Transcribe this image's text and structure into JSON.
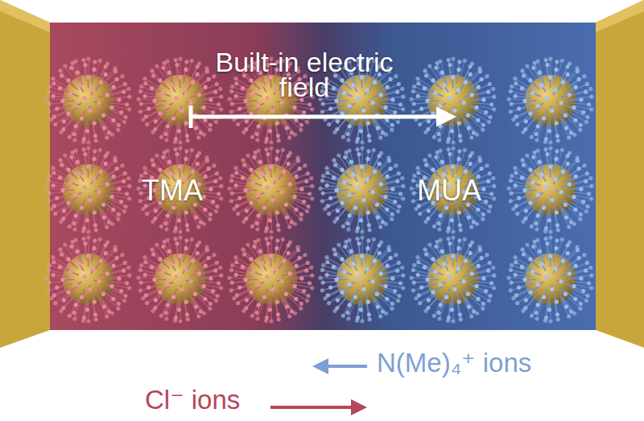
{
  "diagram": {
    "labels": [
      "Built-in electric field",
      "TMA",
      "MUA",
      "N(Me)₄⁺ ions",
      "Cl⁻ ions"
    ]
  }
}
